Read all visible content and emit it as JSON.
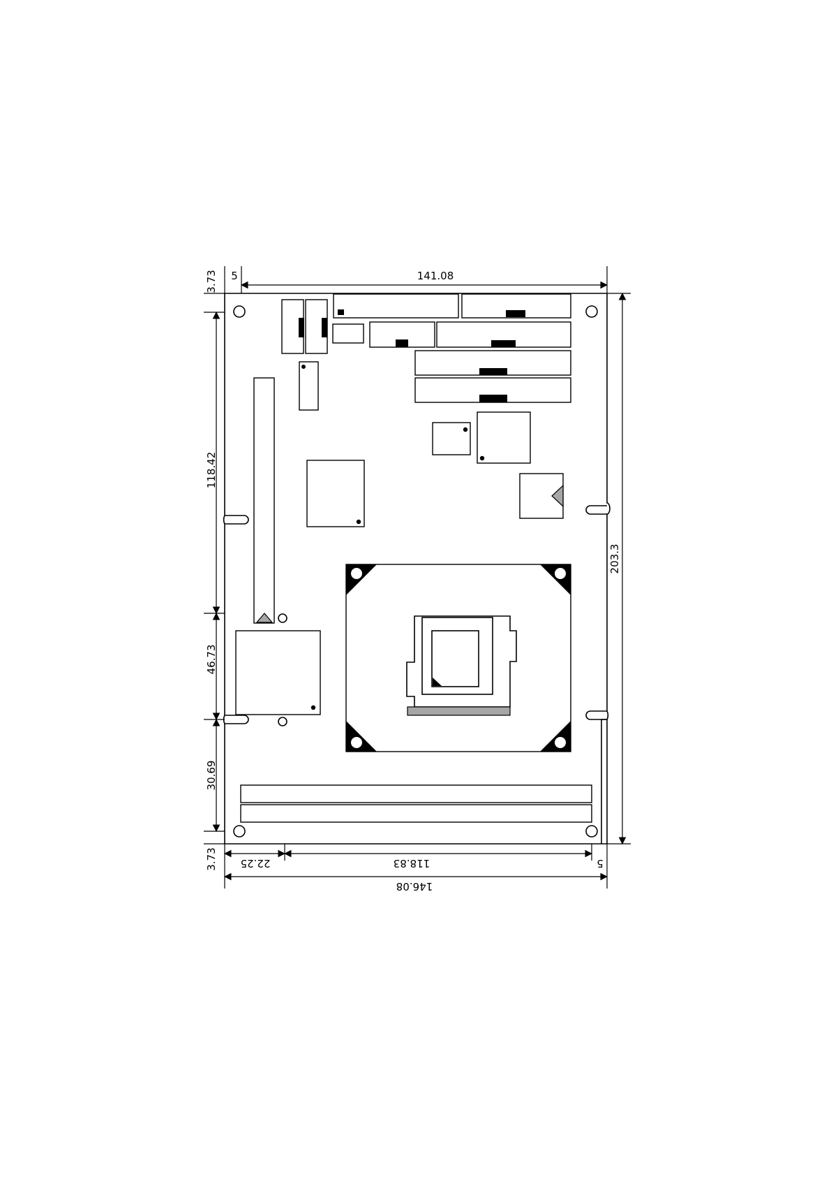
{
  "dimensions": {
    "top_edge_offset": "3.73",
    "top_left_offset": "5",
    "top_width": "141.08",
    "left_upper_height": "118.42",
    "left_middle_height": "46.73",
    "left_lower_height": "30.69",
    "bottom_edge_offset": "3.73",
    "right_total_height": "203.3",
    "bottom_left_width": "22.25",
    "bottom_middle_width": "118.83",
    "bottom_right_offset": "5",
    "bottom_total_width": "146.08"
  },
  "colors": {
    "line": "#000000",
    "fill_gray": "#a6a6a6",
    "background": "#ffffff"
  }
}
